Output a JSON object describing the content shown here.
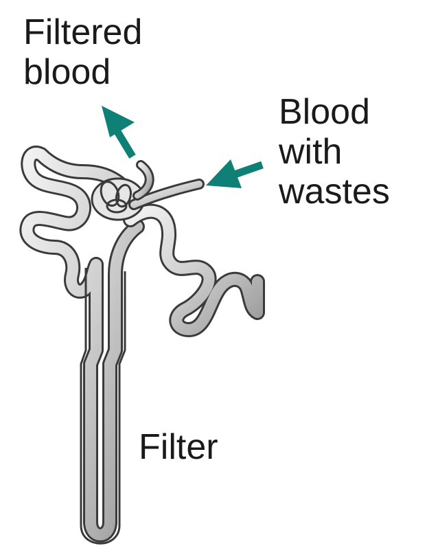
{
  "labels": {
    "filtered_blood": [
      "Filtered",
      "blood"
    ],
    "blood_with_wastes": [
      "Blood",
      "with",
      "wastes"
    ],
    "filter": "Filter"
  },
  "colors": {
    "arrow": "#0e8075",
    "tube_fill": "#d9d9d9",
    "tube_outline": "#3a3a3a",
    "text": "#1a1a1a"
  },
  "icons": {
    "outgoing_arrow": "arrow-up-left-icon",
    "incoming_arrow": "arrow-left-icon"
  }
}
